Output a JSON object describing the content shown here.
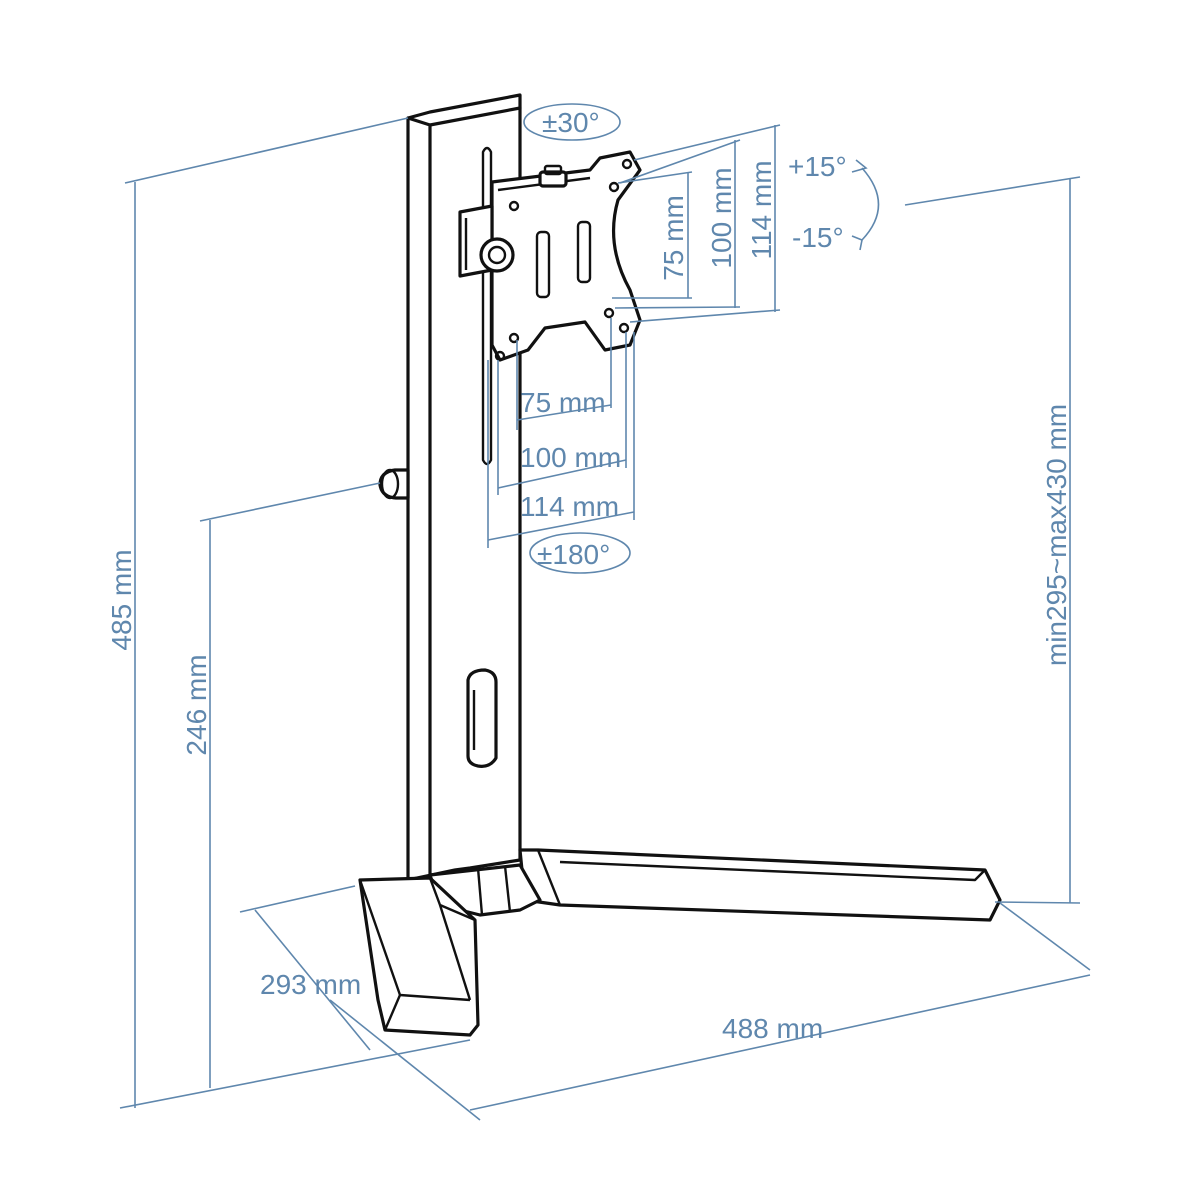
{
  "colors": {
    "outline": "#111111",
    "dimension": "#5f87ad",
    "background": "#ffffff"
  },
  "dimensions": {
    "total_height": "485 mm",
    "pole_height": "246 mm",
    "adjust_range": "min295~max430 mm",
    "base_depth": "293 mm",
    "base_width": "488 mm"
  },
  "vesa": {
    "v75": "75 mm",
    "v100": "100 mm",
    "v114": "114 mm",
    "h75": "75 mm",
    "h100": "100 mm",
    "h114": "114 mm"
  },
  "angles": {
    "swivel": "±30°",
    "tilt_up": "+15°",
    "tilt_down": "-15°",
    "rotation": "±180°"
  }
}
